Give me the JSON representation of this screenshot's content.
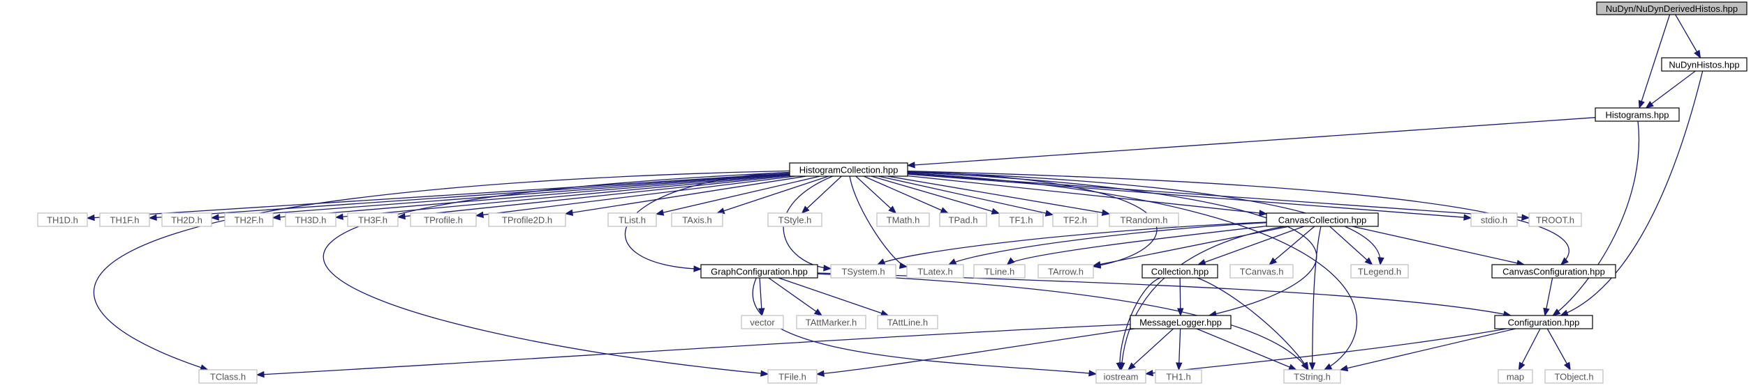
{
  "colors": {
    "edge": "#191970",
    "root_fill": "#bfbfbf",
    "external_border": "#bfbfbf",
    "external_text": "#555555"
  },
  "nodes": {
    "root": "NuDyn/NuDynDerivedHistos.hpp",
    "nudynhistos": "NuDynHistos.hpp",
    "histograms": "Histograms.hpp",
    "histocoll": "HistogramCollection.hpp",
    "th1d": "TH1D.h",
    "th1f": "TH1F.h",
    "th2d": "TH2D.h",
    "th2f": "TH2F.h",
    "th3d": "TH3D.h",
    "th3f": "TH3F.h",
    "tprofile": "TProfile.h",
    "tprofile2d": "TProfile2D.h",
    "tlist": "TList.h",
    "taxis": "TAxis.h",
    "tstyle": "TStyle.h",
    "tmath": "TMath.h",
    "tpad": "TPad.h",
    "tf1": "TF1.h",
    "tf2": "TF2.h",
    "trandom": "TRandom.h",
    "canvascoll": "CanvasCollection.hpp",
    "stdio": "stdio.h",
    "troot": "TROOT.h",
    "graphconf": "GraphConfiguration.hpp",
    "tsystem": "TSystem.h",
    "tlatex": "TLatex.h",
    "tline": "TLine.h",
    "tarrow": "TArrow.h",
    "collection": "Collection.hpp",
    "tcanvas": "TCanvas.h",
    "tlegend": "TLegend.h",
    "canvasconf": "CanvasConfiguration.hpp",
    "vector": "vector",
    "tattmarker": "TAttMarker.h",
    "tattline": "TAttLine.h",
    "msglogger": "MessageLogger.hpp",
    "configuration": "Configuration.hpp",
    "tclass": "TClass.h",
    "tfile": "TFile.h",
    "iostream": "iostream",
    "th1": "TH1.h",
    "tstring": "TString.h",
    "map": "map",
    "tobject": "TObject.h"
  }
}
